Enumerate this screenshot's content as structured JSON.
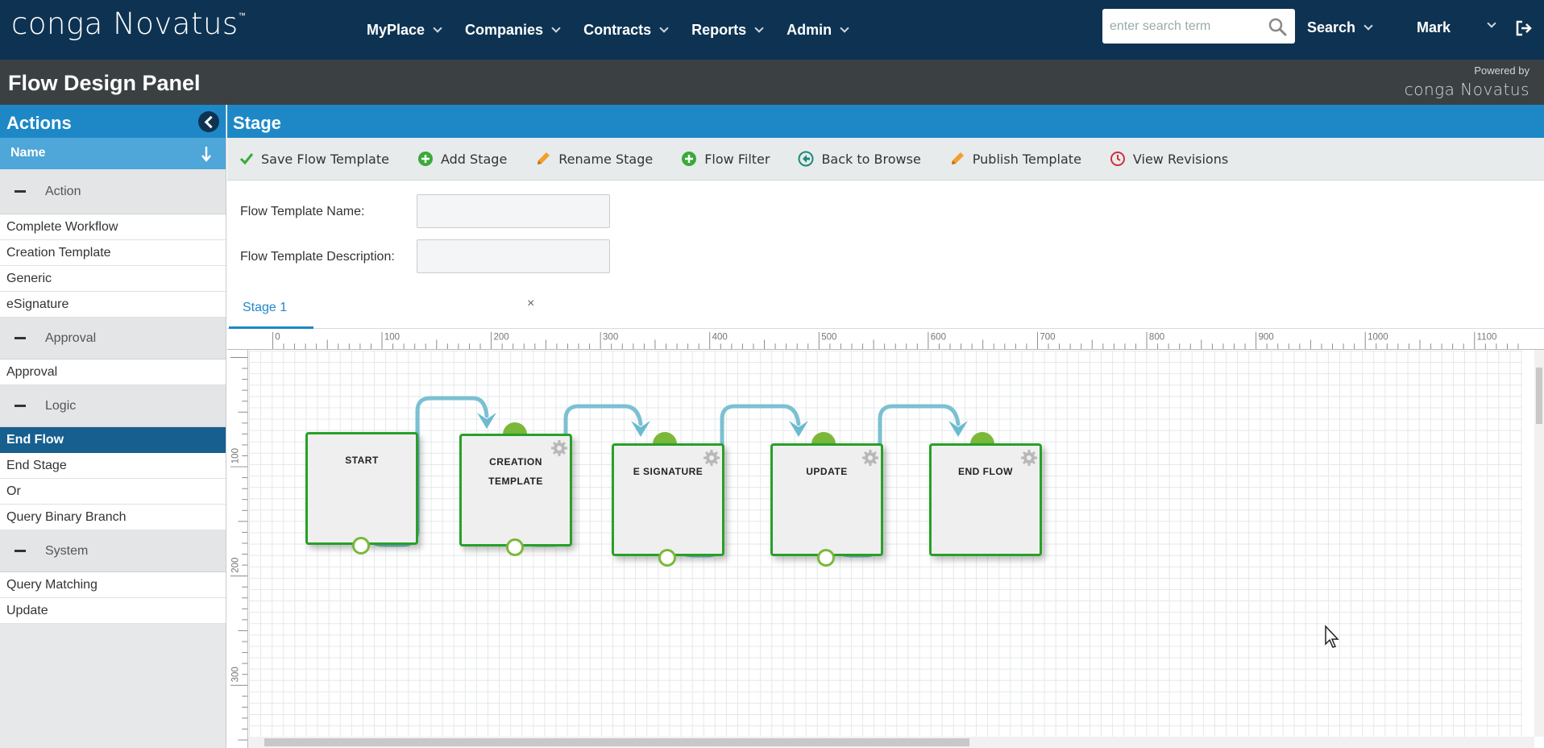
{
  "app": {
    "logo": "conga Novatus",
    "logo_mark": "™"
  },
  "nav": {
    "items": [
      "MyPlace",
      "Companies",
      "Contracts",
      "Reports",
      "Admin"
    ]
  },
  "search": {
    "placeholder": "enter search term",
    "label": "Search"
  },
  "user": {
    "name": "Mark"
  },
  "panel": {
    "title": "Flow Design Panel",
    "powered_by": "Powered by",
    "brand": "conga Novatus"
  },
  "sidebar": {
    "title": "Actions",
    "sort_label": "Name",
    "groups": [
      {
        "label": "Action",
        "items": [
          "Complete Workflow",
          "Creation Template",
          "Generic",
          "eSignature"
        ]
      },
      {
        "label": "Approval",
        "items": [
          "Approval"
        ]
      },
      {
        "label": "Logic",
        "items": [
          "End Flow",
          "End Stage",
          "Or",
          "Query Binary Branch"
        ]
      },
      {
        "label": "System",
        "items": [
          "Query Matching",
          "Update"
        ]
      }
    ],
    "active_item": "End Flow"
  },
  "stage": {
    "title": "Stage",
    "toolbar": [
      "Save Flow Template",
      "Add Stage",
      "Rename Stage",
      "Flow Filter",
      "Back to Browse",
      "Publish Template",
      "View Revisions"
    ],
    "form": {
      "name_label": "Flow Template Name:",
      "name_value": "",
      "desc_label": "Flow Template Description:",
      "desc_value": ""
    },
    "tab": {
      "label": "Stage 1",
      "close": "×"
    }
  },
  "ruler": {
    "top_ticks": [
      "0",
      "100",
      "200",
      "300",
      "400",
      "500",
      "600",
      "700",
      "800",
      "900",
      "1000",
      "1100"
    ],
    "left_ticks": [
      "100",
      "200",
      "300"
    ]
  },
  "flow": {
    "nodes": [
      {
        "label": "START"
      },
      {
        "label": "CREATION TEMPLATE"
      },
      {
        "label": "E SIGNATURE"
      },
      {
        "label": "UPDATE"
      },
      {
        "label": "END FLOW"
      }
    ]
  },
  "colors": {
    "nav_bg": "#0e3352",
    "accent": "#1e88c7",
    "node_border": "#28a028",
    "connector": "#7bc0d3",
    "port": "#7ab83a"
  }
}
